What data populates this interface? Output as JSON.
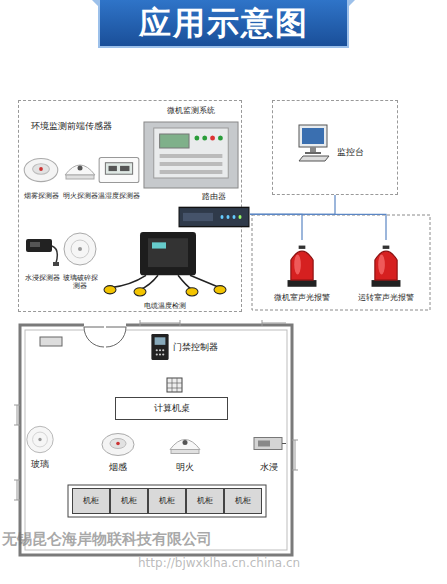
{
  "diagram": {
    "title": "应用示意图",
    "nodes": [
      {
        "text": [
          "环境监测前端传感器"
        ]
      },
      {
        "text": [
          "烟雾探测器"
        ],
        "in": 0
      },
      {
        "text": [
          "明火探测器"
        ],
        "in": 0
      },
      {
        "text": [
          "温湿度探测器"
        ],
        "in": 0
      },
      {
        "text": [
          "微机监测系统"
        ],
        "in": 0
      },
      {
        "text": [
          "水浸探测器"
        ],
        "in": 0
      },
      {
        "text": [
          "玻璃破碎探测器"
        ],
        "in": 0
      },
      {
        "text": [
          "电缆温度检测"
        ],
        "in": 0
      },
      {
        "text": [
          "路由器"
        ]
      },
      {
        "text": [
          "监控台"
        ]
      },
      {
        "text": [
          "微机室声光报警"
        ]
      },
      {
        "text": [
          "运转室声光报警"
        ]
      },
      {
        "text": [
          "门禁控制器"
        ]
      },
      {
        "text": [
          "计算机桌"
        ]
      },
      {
        "text": [
          "玻璃"
        ]
      },
      {
        "text": [
          "烟感"
        ]
      },
      {
        "text": [
          "明火"
        ]
      },
      {
        "text": [
          "水浸"
        ]
      },
      {
        "text": [
          "机柜"
        ]
      },
      {
        "text": [
          "机柜"
        ]
      },
      {
        "text": [
          "机柜"
        ]
      },
      {
        "text": [
          "机柜"
        ]
      },
      {
        "text": [
          "机柜"
        ]
      }
    ],
    "edges": [
      {
        "from": 8,
        "to": 9,
        "arrow": "none"
      },
      {
        "from": 8,
        "to": 10,
        "arrow": "none"
      },
      {
        "from": 8,
        "to": 11,
        "arrow": "none"
      }
    ],
    "labels": [
      "无锡昆仑海岸物联科技有限公司",
      "http://bjwxklha.cn.china.cn"
    ]
  }
}
